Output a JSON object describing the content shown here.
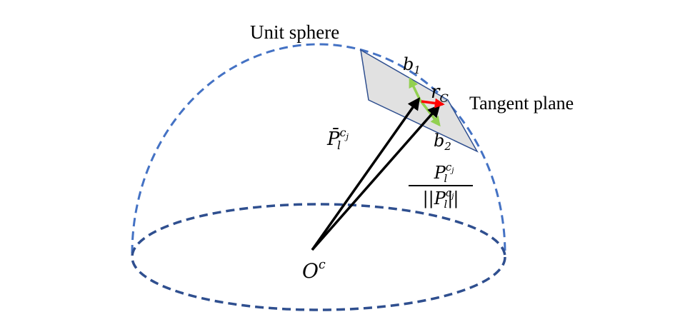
{
  "labels": {
    "unit_sphere": "Unit sphere",
    "tangent_plane": "Tangent plane",
    "b1_base": "b",
    "b1_sub": "1",
    "b2_base": "b",
    "b2_sub": "2",
    "rc_base": "r",
    "rc_sub": "C",
    "pbar_base": "P̄",
    "pbar_sup": "c",
    "pbar_sup_sub": "j",
    "pbar_sub": "l",
    "frac_num_base": "P",
    "frac_num_sup": "c",
    "frac_num_sup_sub": "j",
    "frac_num_sub": "l",
    "frac_den_open": "||",
    "frac_den_base": "P",
    "frac_den_sup": "c",
    "frac_den_sup_sub": "j",
    "frac_den_sub": "l",
    "frac_den_close": "||",
    "origin_base": "O",
    "origin_sup": "c"
  },
  "colors": {
    "sphere_outline": "#4472C4",
    "base_ellipse": "#2F4F8F",
    "plane_fill": "#D9D9D9",
    "plane_stroke": "#2F4F8F",
    "vector": "#000000",
    "tangent_axes": "#92D050",
    "residual": "#FF0000"
  }
}
